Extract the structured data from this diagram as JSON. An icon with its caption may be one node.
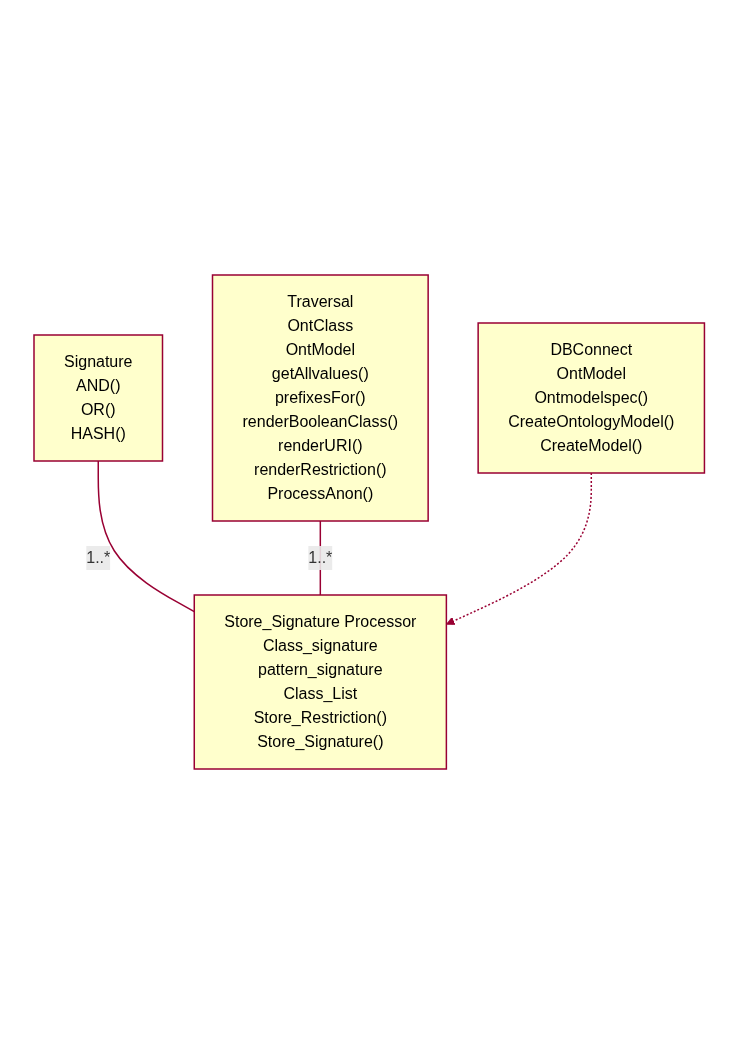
{
  "diagram": {
    "nodes": [
      {
        "text": [
          "Signature",
          "AND()",
          "OR()",
          "HASH()"
        ]
      },
      {
        "text": [
          "Traversal",
          "OntClass",
          "OntModel",
          "getAllvalues()",
          "prefixesFor()",
          "renderBooleanClass()",
          "renderURI()",
          "renderRestriction()",
          "ProcessAnon()"
        ]
      },
      {
        "text": [
          "Store_Signature Processor",
          "Class_signature",
          "pattern_signature",
          "Class_List",
          "Store_Restriction()",
          "Store_Signature()"
        ]
      },
      {
        "text": [
          "DBConnect",
          "OntModel",
          "Ontmodelspec()",
          "CreateOntologyModel()",
          "CreateModel()"
        ]
      }
    ],
    "edges": [
      {
        "from": 0,
        "to": 2,
        "arrow": "none",
        "label": "1..*"
      },
      {
        "from": 1,
        "to": 2,
        "arrow": "none",
        "label": "1..*"
      },
      {
        "from": 3,
        "to": 2,
        "arrow": "to",
        "style": "dashed"
      }
    ]
  }
}
